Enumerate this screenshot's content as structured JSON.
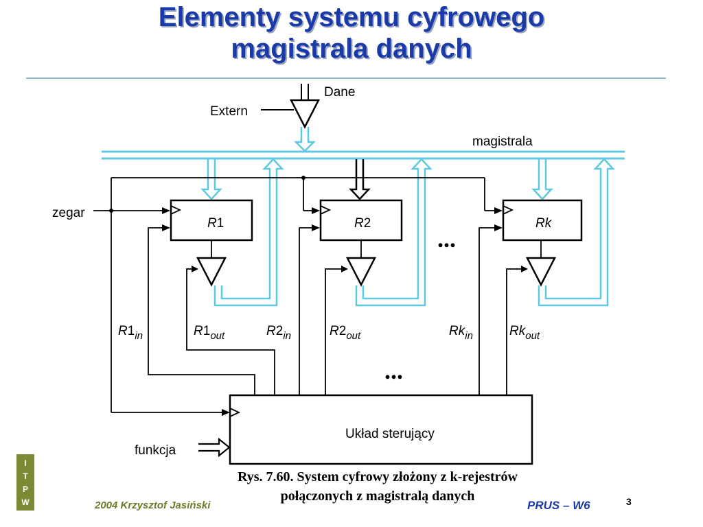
{
  "slide": {
    "title_line1": "Elementy systemu cyfrowego",
    "title_line2": "magistrala danych",
    "caption_line1": "Rys. 7.60.  System cyfrowy złożony z k-rejestrów",
    "caption_line2": "połączonych z magistralą danych",
    "badge_letters": [
      "I",
      "T",
      "P",
      "W"
    ],
    "footer_author": "2004 Krzysztof Jasiński",
    "footer_course": "PRUS – W6",
    "page_number": "3"
  },
  "diagram": {
    "dane": "Dane",
    "extern": "Extern",
    "magistrala": "magistrala",
    "zegar": "zegar",
    "funkcja": "funkcja",
    "control_unit": "Układ sterujący",
    "ellipsis": "...",
    "registers": [
      {
        "reg": "R",
        "num": "1",
        "in_sub": "in",
        "out_sub": "out"
      },
      {
        "reg": "R",
        "num": "2",
        "in_sub": "in",
        "out_sub": "out"
      },
      {
        "reg": "R",
        "num": "k",
        "in_sub": "in",
        "out_sub": "out"
      }
    ]
  },
  "colors": {
    "title": "#1a3aa8",
    "bus": "#5ec8e0",
    "badge": "#7d8a34",
    "footer_left": "#6e7a2a"
  }
}
